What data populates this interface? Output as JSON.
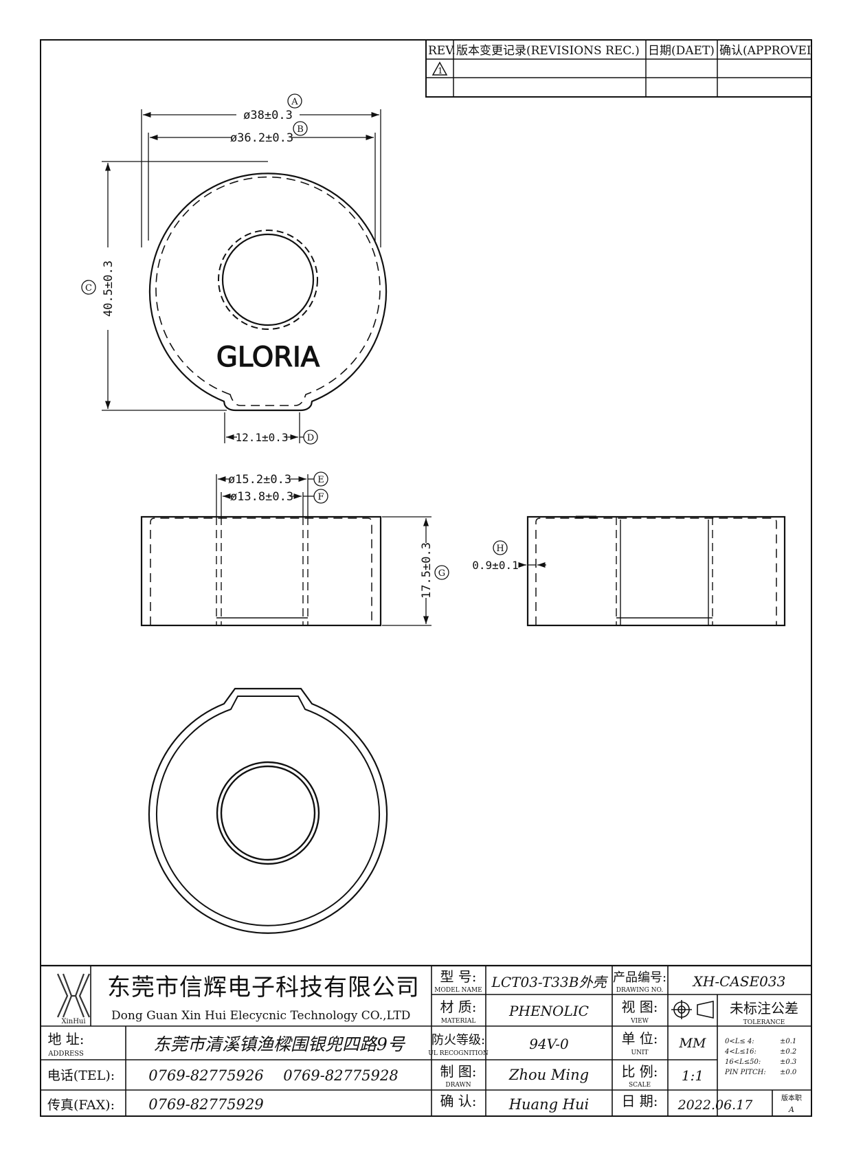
{
  "revisions": {
    "headers": [
      "REV.",
      "版本变更记录(REVISIONS REC.)",
      "日期(DAET)",
      "确认(APPROVEI"
    ],
    "rev_mark": "1"
  },
  "labels": {
    "A": "A",
    "B": "B",
    "C": "C",
    "D": "D",
    "E": "E",
    "F": "F",
    "G": "G",
    "H": "H"
  },
  "dimensions": {
    "A": "ø38±0.3",
    "B": "ø36.2±0.3",
    "C": "40.5±0.3",
    "D": "12.1±0.3",
    "E": "ø15.2±0.3",
    "F": "ø13.8±0.3",
    "G": "17.5±0.3",
    "H": "0.9±0.1"
  },
  "brand_mark": "GLORIA",
  "title_block": {
    "logo_text": "XinHui",
    "company_cn": "东莞市信辉电子科技有限公司",
    "company_en": "Dong Guan Xin Hui Elecycnic Technology CO.,LTD",
    "address_label": "地 址:",
    "address_label_en": "ADDRESS",
    "address": "东莞市清溪镇渔樑围银兜四路9号",
    "tel_label": "电话(TEL):",
    "tel_1": "0769-82775926",
    "tel_2": "0769-82775928",
    "fax_label": "传真(FAX):",
    "fax": "0769-82775929",
    "model_label": "型 号:",
    "model_label_en": "MODEL NAME",
    "model": "LCT03-T33B外壳",
    "material_label": "材 质:",
    "material_label_en": "MATERIAL",
    "material": "PHENOLIC",
    "fire_label": "防火等级:",
    "fire_label_en": "UL RECOGNITION",
    "fire": "94V-0",
    "drawn_label": "制 图:",
    "drawn_label_en": "DRAWN",
    "drawn": "Zhou Ming",
    "confirm_label": "确 认:",
    "confirm": "Huang Hui",
    "drawing_no_label": "产品编号:",
    "drawing_no_label_en": "DRAWING NO.",
    "drawing_no": "XH-CASE033",
    "view_label": "视 图:",
    "view_label_en": "VIEW",
    "unit_label": "单 位:",
    "unit_label_en": "UNIT",
    "unit": "MM",
    "scale_label": "比 例:",
    "scale_label_en": "SCALE",
    "scale": "1:1",
    "date_label": "日 期:",
    "date": "2022.06.17",
    "tolerance_title": "未标注公差",
    "tolerance_title_en": "TOLERANCE",
    "tolerances": [
      {
        "range": "0<L≤ 4:",
        "value": "±0.1"
      },
      {
        "range": "4<L≤16:",
        "value": "±0.2"
      },
      {
        "range": "16<L≤50:",
        "value": "±0.3"
      },
      {
        "range": "PIN PITCH:",
        "value": "±0.0"
      }
    ],
    "version_label": "版本职",
    "version": "A"
  }
}
